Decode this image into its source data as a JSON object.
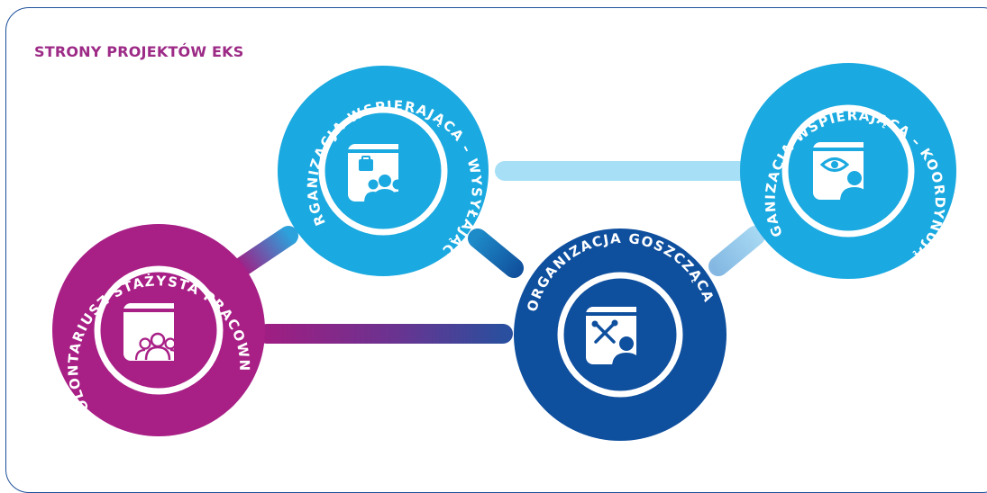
{
  "title": "STRONY PROJEKTÓW EKS",
  "colors": {
    "title": "#9c2a86",
    "frame": "#1d4f9a",
    "volunteer": "#a81f86",
    "sending": "#1aa9e0",
    "coordinating": "#1aa9e0",
    "host": "#0e4f9e",
    "light_connector": "#a6dff6"
  },
  "nodes": {
    "sending": {
      "label": "ORGANIZACJA WSPIERAJĄCA – WYSYŁAJĄCA",
      "icon": "book-suitcase-people-icon"
    },
    "coordinating": {
      "label": "ORGANIZACJA WSPIERAJĄCA – KOORDYNUJĄCA",
      "icon": "book-eye-person-icon"
    },
    "volunteer": {
      "label": "WOLONTARIUSZ STAŻYSTA PRACOWNIK",
      "icon": "book-people-icon"
    },
    "host": {
      "label": "ORGANIZACJA GOSZCZĄCA",
      "icon": "book-tools-person-icon"
    }
  }
}
